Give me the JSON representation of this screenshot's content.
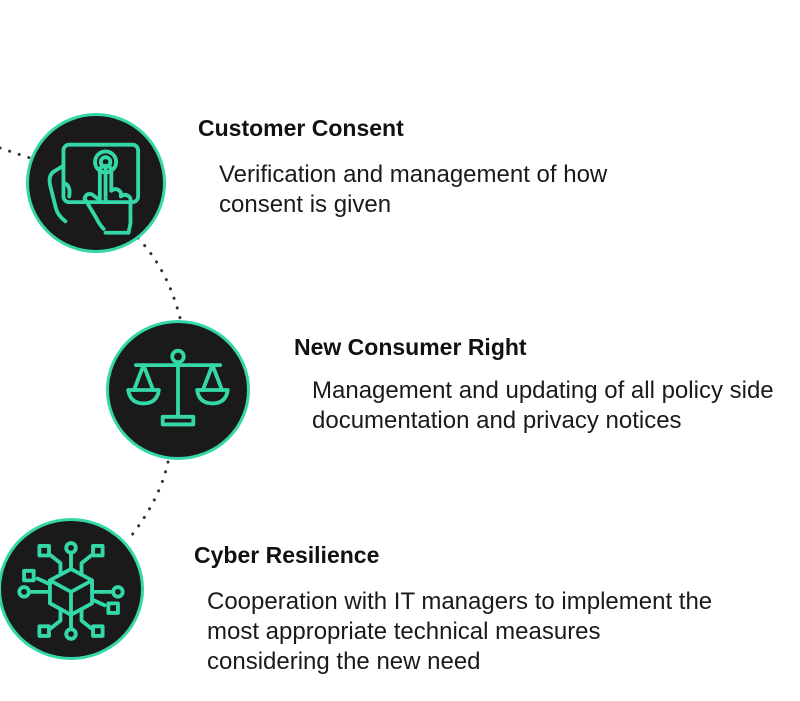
{
  "colors": {
    "accent": "#34d8a8",
    "circle_fill": "#1a1a1a",
    "text": "#111111",
    "dots": "#333333"
  },
  "items": [
    {
      "title": "Customer Consent",
      "description": "Verification and management of how consent is given",
      "icon": "touch-tablet-icon"
    },
    {
      "title": "New Consumer Right",
      "description": "Management and updating of all policy side documentation and privacy notices",
      "icon": "balance-scale-icon"
    },
    {
      "title": "Cyber Resilience",
      "description": "Cooperation with IT managers to implement the most appropriate technical measures considering the new need",
      "icon": "network-cube-icon"
    }
  ]
}
